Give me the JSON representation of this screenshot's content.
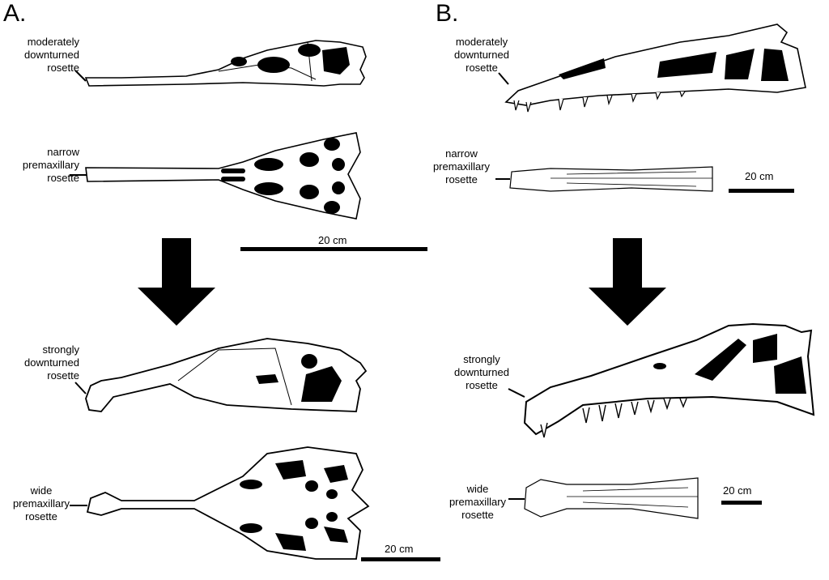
{
  "panels": {
    "a": {
      "letter": "A.",
      "labels": [
        "moderately\ndownturned\nrosette",
        "narrow\npremaxillary\nrosette",
        "strongly\ndownturned\nrosette",
        "wide\npremaxillary\nrosette"
      ],
      "scale_bars": [
        "20 cm",
        "20 cm"
      ]
    },
    "b": {
      "letter": "B.",
      "labels": [
        "moderately\ndownturned\nrosette",
        "narrow\npremaxillary\nrosette",
        "strongly\ndownturned\nrosette",
        "wide\npremaxillary\nrosette"
      ],
      "scale_bars": [
        "20 cm",
        "20 cm"
      ]
    }
  }
}
